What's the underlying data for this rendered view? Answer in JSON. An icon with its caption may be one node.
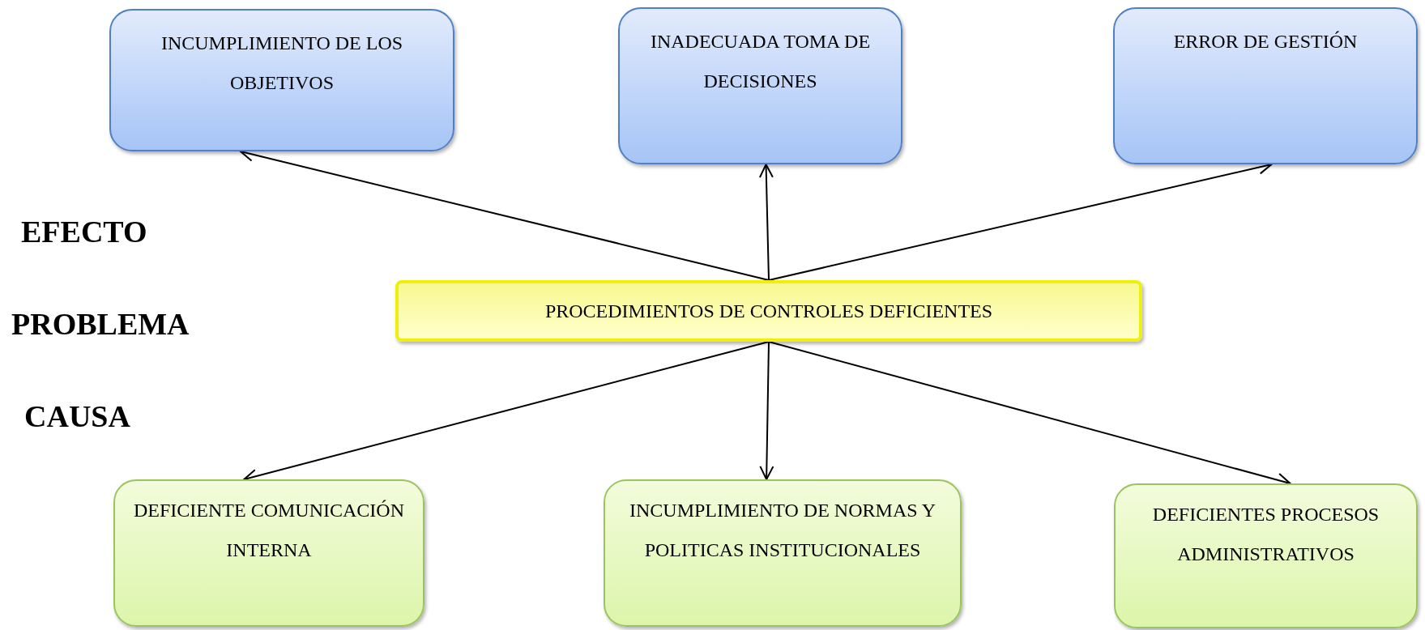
{
  "diagram": {
    "nodes": [
      {
        "text": [
          "INCUMPLIMIENTO DE LOS OBJETIVOS"
        ]
      },
      {
        "text": [
          "INADECUADA TOMA DE DECISIONES"
        ]
      },
      {
        "text": [
          "ERROR DE GESTIÓN"
        ]
      },
      {
        "text": [
          "PROCEDIMIENTOS DE CONTROLES DEFICIENTES"
        ]
      },
      {
        "text": [
          "DEFICIENTE COMUNICACIÓN INTERNA"
        ]
      },
      {
        "text": [
          "INCUMPLIMIENTO DE NORMAS Y POLITICAS INSTITUCIONALES"
        ]
      },
      {
        "text": [
          "DEFICIENTES PROCESOS ADMINISTRATIVOS"
        ]
      }
    ],
    "edges": [
      {
        "from": 3,
        "to": 0,
        "arrow": "to"
      },
      {
        "from": 3,
        "to": 1,
        "arrow": "to"
      },
      {
        "from": 3,
        "to": 2,
        "arrow": "to"
      },
      {
        "from": 3,
        "to": 4,
        "arrow": "to"
      },
      {
        "from": 3,
        "to": 5,
        "arrow": "to"
      },
      {
        "from": 3,
        "to": 6,
        "arrow": "to"
      }
    ],
    "labels": [
      "EFECTO",
      "PROBLEMA",
      "CAUSA"
    ]
  }
}
